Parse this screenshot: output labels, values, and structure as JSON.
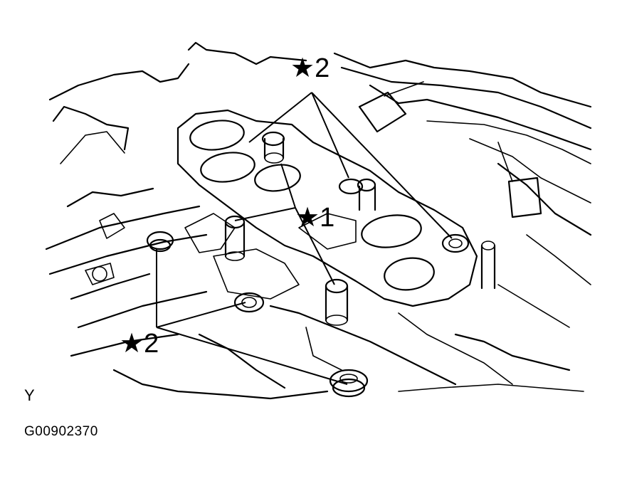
{
  "callouts": [
    {
      "id": "callout-top",
      "star": "★",
      "number": "2"
    },
    {
      "id": "callout-middle",
      "star": "★",
      "number": "1"
    },
    {
      "id": "callout-bottom",
      "star": "★",
      "number": "2"
    }
  ],
  "view_mark": "Y",
  "figure_id": "G00902370",
  "colors": {
    "ink": "#000000",
    "paper": "#ffffff"
  }
}
